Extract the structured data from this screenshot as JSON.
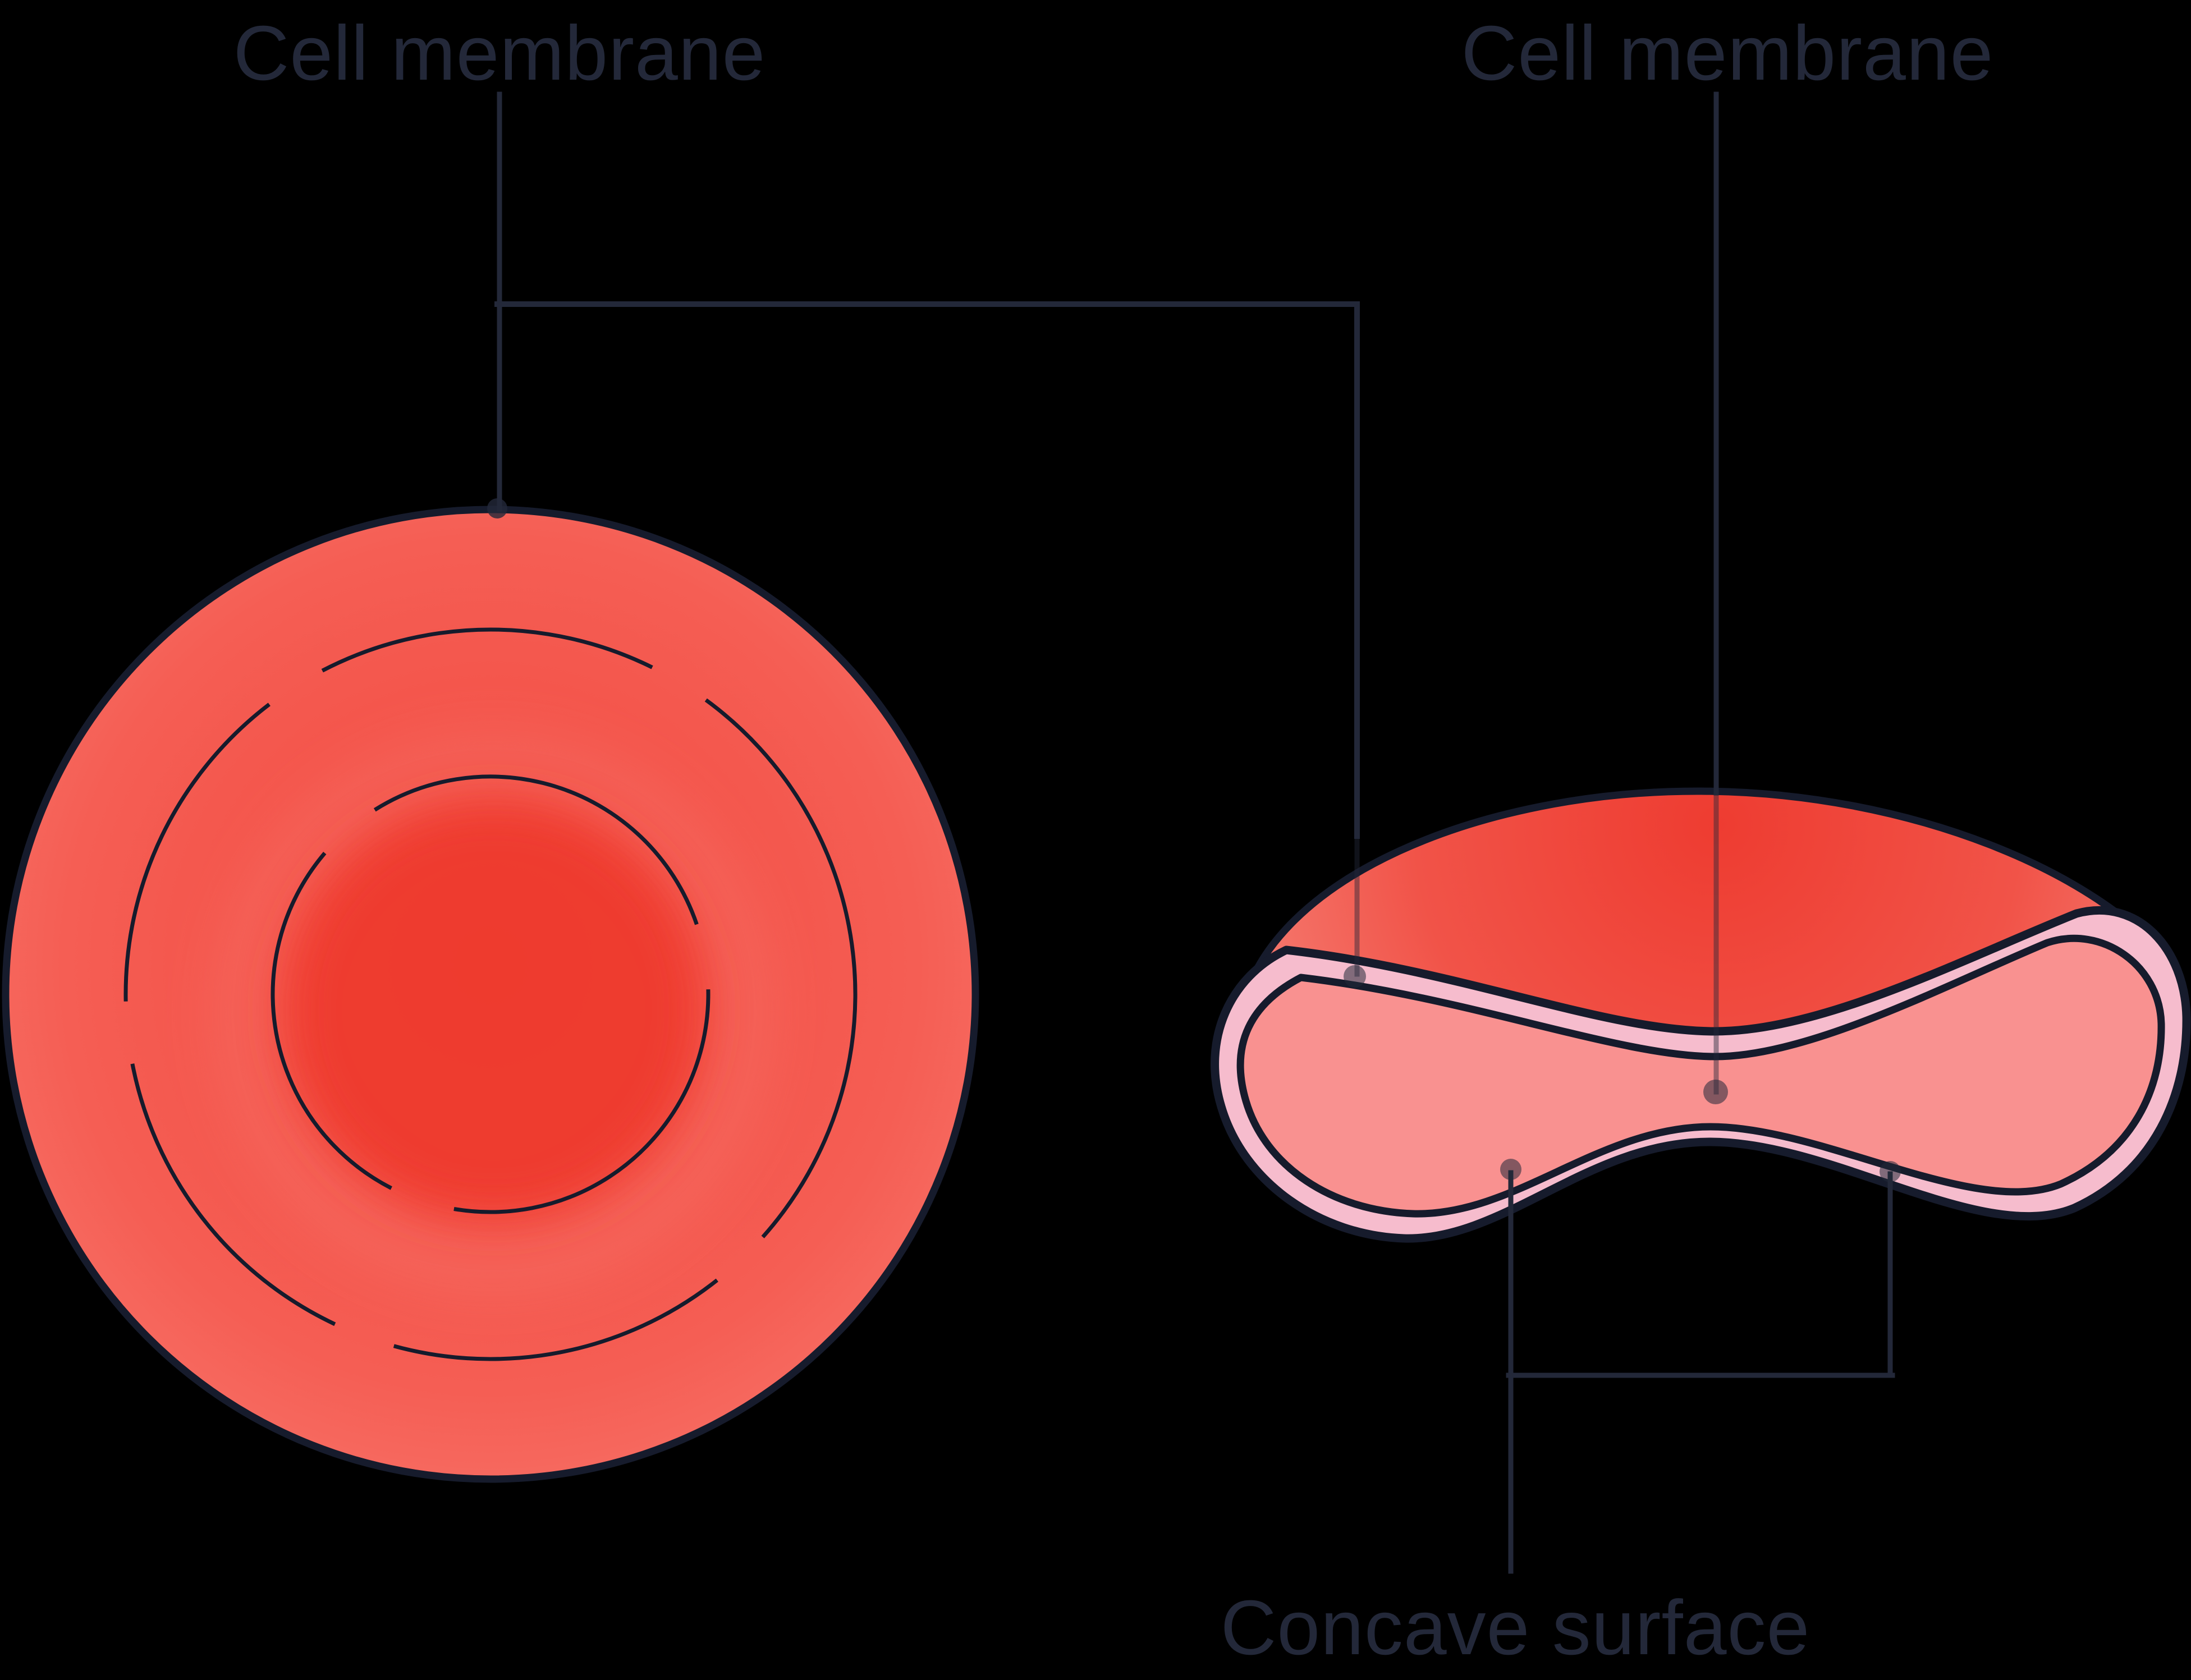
{
  "figure": {
    "background": "#000000",
    "labels": {
      "cell_membrane_left": "Cell membrane",
      "cell_membrane_right": "Cell membrane",
      "concave_surface": "Concave surface"
    },
    "colors": {
      "label_text": "#232839",
      "leader_line": "#232839",
      "outline_navy": "#161b2c",
      "cell_red_mid": "#f4564c",
      "cell_red_deep": "#ee3a2f",
      "cell_red_rim": "#f66b61",
      "dome_red_top": "#ee3c31",
      "dome_red_bottom": "#f6867c",
      "membrane_pink": "#f6bccd",
      "inner_salmon": "#f99190",
      "connector_dot_mauve": "#8d6272"
    }
  }
}
